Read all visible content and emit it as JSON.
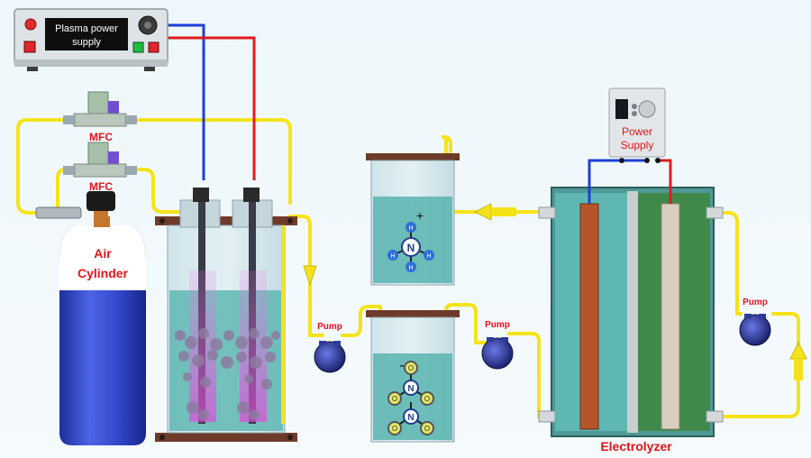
{
  "plasma_supply": {
    "label_line1": "Plasma power",
    "label_line2": "supply"
  },
  "mfc": {
    "top_label": "MFC",
    "bottom_label": "MFC"
  },
  "air_cylinder": {
    "label_line1": "Air",
    "label_line2": "Cylinder"
  },
  "power_supply": {
    "label_line1": "Power",
    "label_line2": "Supply"
  },
  "pumps": {
    "left_label": "Pump",
    "middle_label": "Pump",
    "right_label": "Pump"
  },
  "ions": {
    "ammonium": {
      "charge": "+",
      "center": "N",
      "hydrogen": "H"
    },
    "nitrate": {
      "charge": "-",
      "center": "N",
      "oxygen": "O"
    }
  },
  "electrolyzer": {
    "label": "Electrolyzer"
  },
  "colors": {
    "wire_positive": "#e11b1b",
    "wire_negative": "#1e3fd6",
    "tubing": "#f5e31a",
    "label_red": "#e0141b",
    "solution": "#5fb7b3",
    "plasma": "#e04bd8",
    "cylinder_blue": "#2b3fc2"
  }
}
